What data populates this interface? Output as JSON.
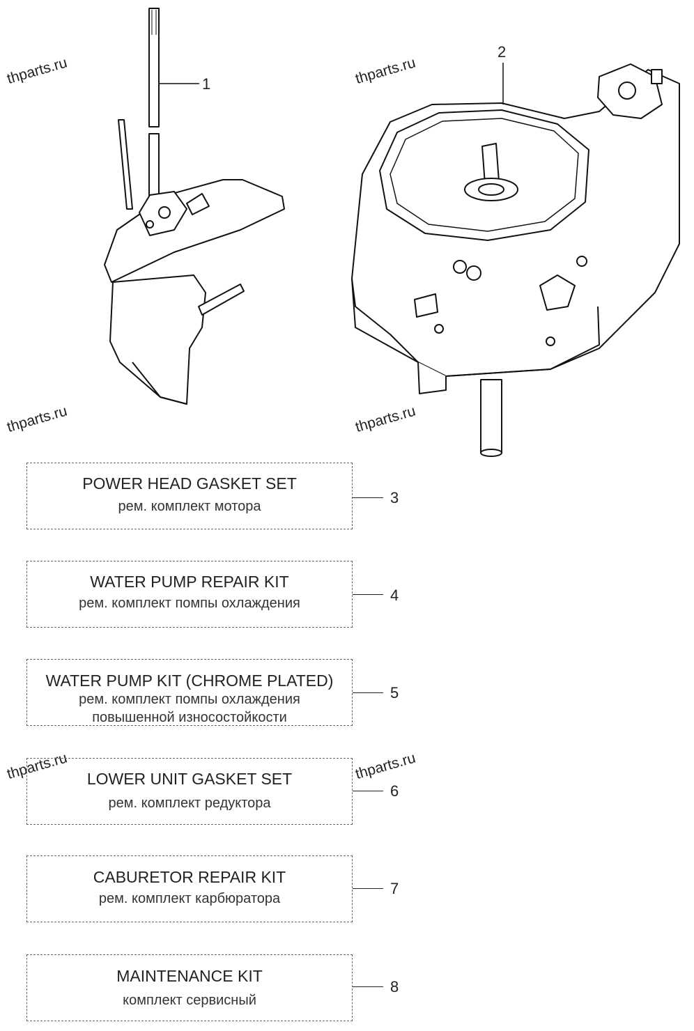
{
  "watermark": "thparts.ru",
  "callouts": {
    "c1": "1",
    "c2": "2"
  },
  "kits": [
    {
      "number": "3",
      "name_en": "POWER HEAD GASKET SET",
      "name_ru": [
        "рем. комплект мотора"
      ]
    },
    {
      "number": "4",
      "name_en": "WATER PUMP REPAIR KIT",
      "name_ru": [
        "рем. комплект помпы охлаждения"
      ]
    },
    {
      "number": "5",
      "name_en": "WATER PUMP KIT (CHROME PLATED)",
      "name_ru": [
        "рем. комплект помпы охлаждения",
        "повышенной износостойкости"
      ]
    },
    {
      "number": "6",
      "name_en": "LOWER UNIT GASKET SET",
      "name_ru": [
        "рем. комплект редуктора"
      ]
    },
    {
      "number": "7",
      "name_en": "CABURETOR REPAIR KIT",
      "name_ru": [
        "рем. комплект карбюратора"
      ]
    },
    {
      "number": "8",
      "name_en": "MAINTENANCE KIT",
      "name_ru": [
        "комплект сервисный"
      ]
    }
  ]
}
